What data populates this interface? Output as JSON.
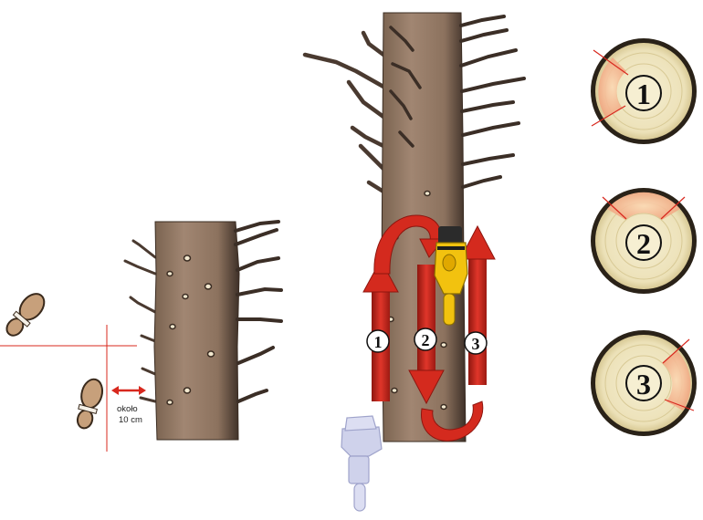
{
  "distance_label": {
    "line1": "około",
    "line2": "10 cm"
  },
  "cut_steps": [
    {
      "id": "1",
      "label": "1",
      "arrow_direction": "up"
    },
    {
      "id": "2",
      "label": "2",
      "arrow_direction": "down"
    },
    {
      "id": "3",
      "label": "3",
      "arrow_direction": "up"
    }
  ],
  "stump_steps": [
    {
      "id": "1",
      "label": "1",
      "cut_side": "left"
    },
    {
      "id": "2",
      "label": "2",
      "cut_side": "top"
    },
    {
      "id": "3",
      "label": "3",
      "cut_side": "right"
    }
  ],
  "colors": {
    "bark": "#8f7560",
    "bark_dark": "#3e3028",
    "branch": "#4a3a30",
    "arrow_red": "#d42a1e",
    "arrow_dark": "#8e160f",
    "saw_yellow": "#f2c20f",
    "saw_ghost": "#c7cbe8",
    "stump_face": "#efe6c2",
    "stump_rim": "#2a2218",
    "cut_orange": "#f4b28a",
    "guide_line": "#d8281e"
  },
  "icons": {
    "footprint": "shoe-print-icon",
    "distance": "double-arrow-icon",
    "chainsaw": "chainsaw-icon"
  }
}
